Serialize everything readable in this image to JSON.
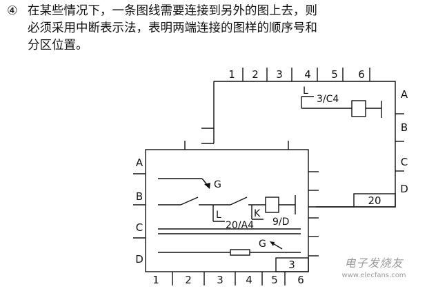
{
  "text": {
    "marker": "④",
    "line1": "在某些情况下，一条图线需要连接到另外的图上去，则",
    "line2": "必须采用中断表示法，表明两端连接的图样的顺序号和",
    "line3": "分区位置。"
  },
  "diagram": {
    "upper_sheet": {
      "columns": [
        "1",
        "2",
        "3",
        "4",
        "5",
        "6"
      ],
      "rows": [
        "A",
        "B",
        "C",
        "D"
      ],
      "sheet_number": "20",
      "line_label": "L",
      "reference": "3/C4"
    },
    "lower_sheet": {
      "columns": [
        "1",
        "2",
        "3",
        "4",
        "5",
        "6"
      ],
      "rows": [
        "A",
        "B",
        "C",
        "D"
      ],
      "sheet_number": "3",
      "line_label": "L",
      "reference": "20/A4",
      "relay_label": "K",
      "relay_reference": "9/D",
      "arrow_label_top": "G",
      "arrow_label_bottom": "G"
    }
  },
  "watermark": {
    "cn": "电子发烧友",
    "en": "www.elecfans.com"
  }
}
